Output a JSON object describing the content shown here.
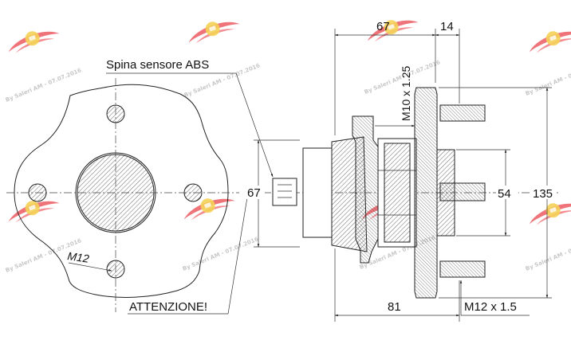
{
  "labels": {
    "abs_sensor_pin": "Spina sensore ABS",
    "thread_small": "M12",
    "attention": "ATTENZIONE!",
    "hub_height_left": "67",
    "top_width": "67",
    "top_flange": "14",
    "thread_axial": "M10 x 1.25",
    "pilot_diameter": "54",
    "bolt_circle": "135",
    "overall_length": "81",
    "stud_thread": "M12 x 1.5"
  },
  "watermark": {
    "text": "By Saleri AM - 07.07.2016",
    "logo_colors": [
      "#e8323c",
      "#f2c62f"
    ]
  }
}
